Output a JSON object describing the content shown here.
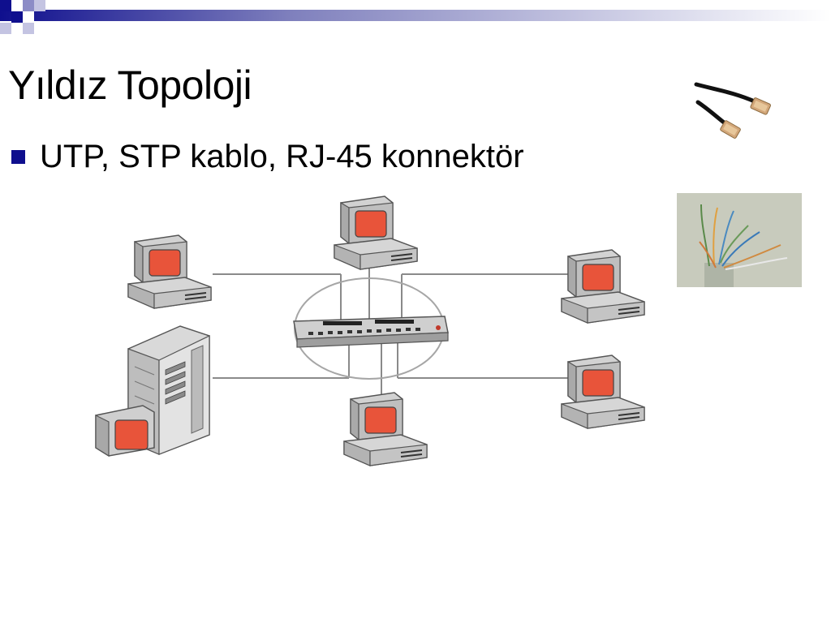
{
  "slide": {
    "title": "Yıldız Topoloji",
    "bullets": [
      "UTP, STP kablo, RJ-45 konnektör"
    ]
  },
  "theme": {
    "bullet_color": "#0f0f8e",
    "band_dark": "#0f0f8e",
    "screen_color": "#e8543a",
    "device_color": "#c9c9c9"
  },
  "diagram": {
    "hub_icon": "network-hub-icon",
    "server_icon": "server-tower-icon",
    "computer_icon": "desktop-computer-icon",
    "nodes": [
      {
        "name": "computer-top-center"
      },
      {
        "name": "computer-top-left"
      },
      {
        "name": "computer-top-right"
      },
      {
        "name": "computer-bottom-center"
      },
      {
        "name": "computer-bottom-right"
      },
      {
        "name": "server-with-monitor"
      }
    ]
  }
}
